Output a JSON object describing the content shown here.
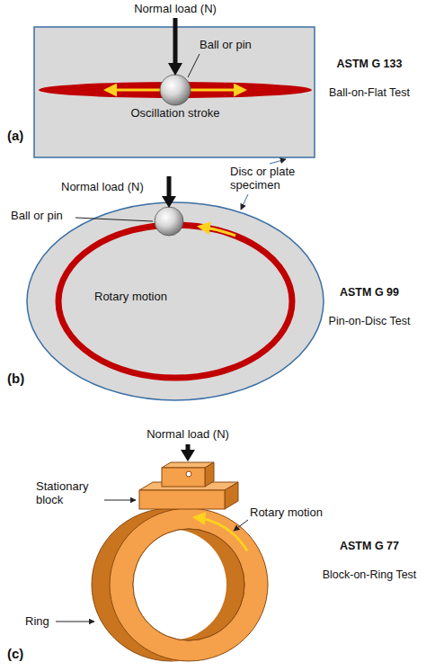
{
  "diagram": {
    "labels": [
      "Normal load (N)",
      "Ball or pin",
      "Oscillation stroke",
      "ASTM G 133",
      "Ball-on-Flat Test",
      "(a)",
      "Disc or plate specimen",
      "Normal load (N)",
      "Ball or pin",
      "Rotary motion",
      "ASTM G 99",
      "Pin-on-Disc Test",
      "(b)",
      "Normal load (N)",
      "Stationary block",
      "Rotary motion",
      "Ring",
      "ASTM G 77",
      "Block-on-Ring Test",
      "(c)"
    ]
  }
}
